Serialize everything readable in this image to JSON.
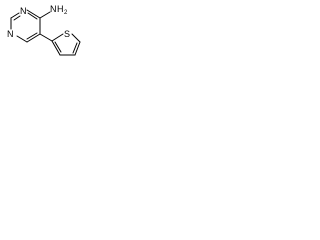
{
  "molecule": {
    "atoms": {
      "amine_n": "N",
      "amine_h2": "H",
      "amine_h2_subscript": "2",
      "ring_n1": "N",
      "ring_n3": "N",
      "thiophene_s": "S"
    },
    "colors": {
      "bond": "#000000",
      "label": "#000000",
      "background": "#ffffff"
    }
  }
}
